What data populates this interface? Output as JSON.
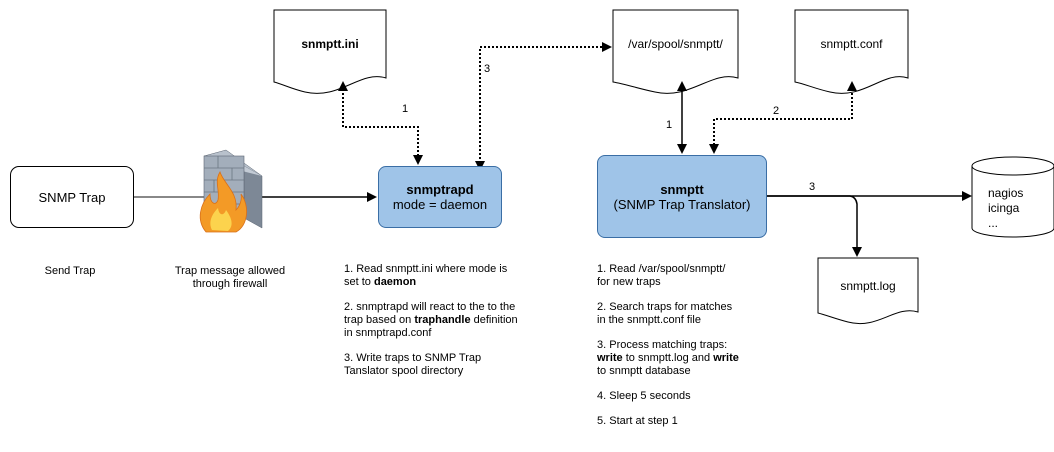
{
  "nodes": {
    "snmp_trap": "SNMP Trap",
    "snmptrapd_title": "snmptrapd",
    "snmptrapd_mode": "mode = daemon",
    "snmptt_title": "snmptt",
    "snmptt_subtitle": "(SNMP Trap Translator)",
    "snmptt_ini": "snmptt.ini",
    "spool_dir": "/var/spool/snmptt/",
    "snmptt_conf": "snmptt.conf",
    "snmptt_log": "snmptt.log",
    "db_line1": "nagios",
    "db_line2": "icinga",
    "db_line3": "..."
  },
  "captions": {
    "send_trap": "Send Trap",
    "firewall_line1": "Trap message allowed",
    "firewall_line2": "through firewall"
  },
  "edge_labels": {
    "ini_to_trapd": "1",
    "trapd_to_spool": "3",
    "spool_to_snmptt": "1",
    "conf_to_snmptt": "2",
    "snmptt_to_db": "3"
  },
  "snmptrapd_steps": {
    "s1_a": "1. Read snmptt.ini where mode is",
    "s1_b": "set to ",
    "s1_bold": "daemon",
    "s2_a": "2. snmptrapd will react to the to the",
    "s2_b": "trap based on ",
    "s2_bold": "traphandle",
    "s2_c": " definition",
    "s2_d": "in snmptrapd.conf",
    "s3_a": "3. Write traps to SNMP Trap",
    "s3_b": "Tanslator spool directory"
  },
  "snmptt_steps": {
    "s1_a": "1. Read /var/spool/snmptt/",
    "s1_b": "for new traps",
    "s2_a": "2. Search traps for matches",
    "s2_b": "in the snmptt.conf file",
    "s3_a": "3. Process matching traps:",
    "s3_bold1": "write",
    "s3_b": " to snmptt.log and ",
    "s3_bold2": "write",
    "s3_c": "to snmptt database",
    "s4": "4. Sleep 5 seconds",
    "s5": "5. Start at step 1"
  },
  "colors": {
    "process_fill": "#9fc4e8",
    "process_border": "#3a6ea5",
    "line": "#000000",
    "firewall_brick": "#9aa7b5",
    "flame": "#f08a24"
  }
}
